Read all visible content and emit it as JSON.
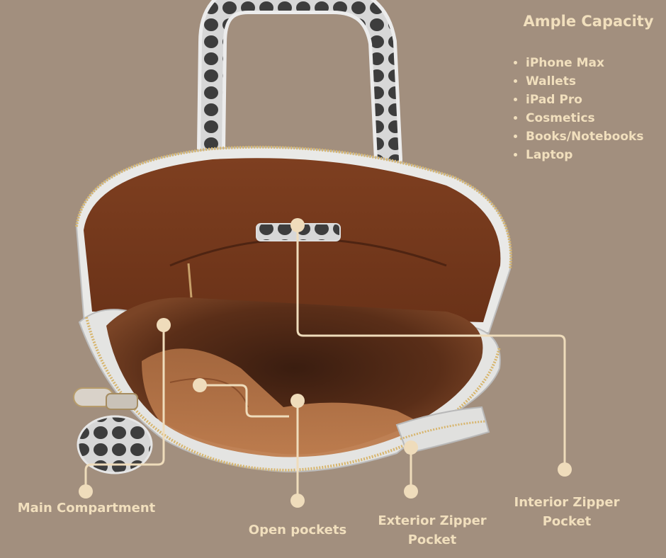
{
  "capacity": {
    "heading": "Ample Capacity",
    "items": [
      "iPhone Max",
      "Wallets",
      "iPad Pro",
      "Cosmetics",
      "Books/Notebooks",
      "Laptop"
    ]
  },
  "callouts": {
    "main_compartment": "Main Compartment",
    "open_pockets": "Open pockets",
    "exterior_zipper_line1": "Exterior Zipper",
    "exterior_zipper_line2": "Pocket",
    "interior_zipper_line1": "Interior Zipper",
    "interior_zipper_line2": "Pocket"
  },
  "colors": {
    "background": "#a28f7e",
    "accent_text": "#f1dfbd",
    "leader_line": "#efdcbb",
    "lining": "#9b5532",
    "bag_shell": "#e8e8e6"
  }
}
